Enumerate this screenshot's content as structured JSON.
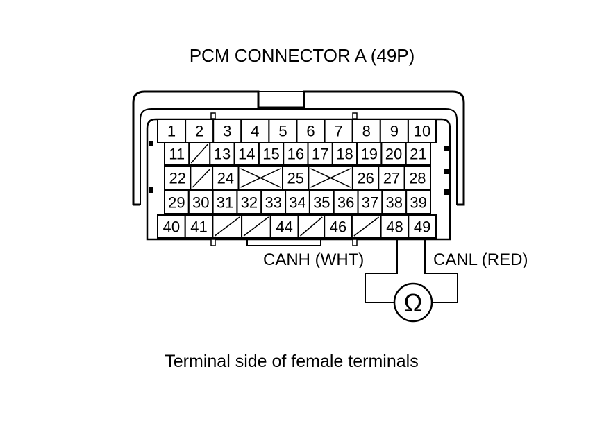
{
  "title": "PCM CONNECTOR A (49P)",
  "caption": "Terminal side of female terminals",
  "wires": {
    "canh": "CANH (WHT)",
    "canl": "CANL (RED)"
  },
  "meter_symbol": "Ω",
  "rows": [
    [
      "1",
      "2",
      "3",
      "4",
      "5",
      "6",
      "7",
      "8",
      "9",
      "10"
    ],
    [
      "11",
      "",
      "13",
      "14",
      "15",
      "16",
      "17",
      "18",
      "19",
      "20",
      "21"
    ],
    [
      "22",
      "",
      "24",
      "",
      "25",
      "",
      "26",
      "27",
      "28"
    ],
    [
      "29",
      "30",
      "31",
      "32",
      "33",
      "34",
      "35",
      "36",
      "37",
      "38",
      "39"
    ],
    [
      "40",
      "41",
      "",
      "",
      "44",
      "",
      "46",
      "",
      "48",
      "49"
    ]
  ]
}
